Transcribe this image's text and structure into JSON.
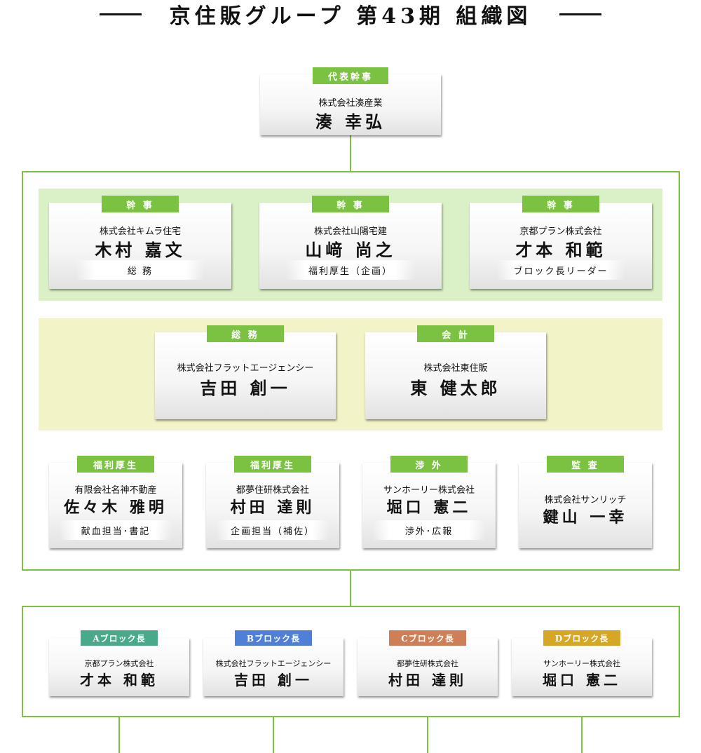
{
  "title": "京住販グループ 第43期 組織図",
  "colors": {
    "green": "#7cc242",
    "band_green": "#daf0c6",
    "band_yellow": "#f3f3c8",
    "block_a": "#4aa98a",
    "block_b": "#4f7fd6",
    "block_c": "#cf7f58",
    "block_d": "#d6a625"
  },
  "representative": {
    "badge": "代表幹事",
    "company": "株式会社湊産業",
    "name": "湊 幸弘"
  },
  "secretaries": [
    {
      "badge": "幹 事",
      "company": "株式会社キムラ住宅",
      "name": "木村 嘉文",
      "role": "総 務"
    },
    {
      "badge": "幹 事",
      "company": "株式会社山陽宅建",
      "name": "山﨑 尚之",
      "role": "福利厚生（企画）"
    },
    {
      "badge": "幹 事",
      "company": "京都プラン株式会社",
      "name": "才本 和範",
      "role": "ブロック長リーダー"
    }
  ],
  "officers": [
    {
      "badge": "総 務",
      "company": "株式会社フラットエージェンシー",
      "name": "吉田 創一"
    },
    {
      "badge": "会 計",
      "company": "株式会社東住販",
      "name": "東 健太郎"
    }
  ],
  "staff": [
    {
      "badge": "福利厚生",
      "company": "有限会社名神不動産",
      "name": "佐々木 雅明",
      "role": "献血担当･書記"
    },
    {
      "badge": "福利厚生",
      "company": "都夢住研株式会社",
      "name": "村田 達則",
      "role": "企画担当（補佐）"
    },
    {
      "badge": "渉 外",
      "company": "サンホーリー株式会社",
      "name": "堀口 憲二",
      "role": "渉外･広報"
    },
    {
      "badge": "監 査",
      "company": "株式会社サンリッチ",
      "name": "鍵山 一幸"
    }
  ],
  "blocks": [
    {
      "badge": "Aブロック長",
      "company": "京都プラン株式会社",
      "name": "才本 和範"
    },
    {
      "badge": "Bブロック長",
      "company": "株式会社フラットエージェンシー",
      "name": "吉田 創一"
    },
    {
      "badge": "Cブロック長",
      "company": "都夢住研株式会社",
      "name": "村田 達則"
    },
    {
      "badge": "Dブロック長",
      "company": "サンホーリー株式会社",
      "name": "堀口 憲二"
    }
  ]
}
